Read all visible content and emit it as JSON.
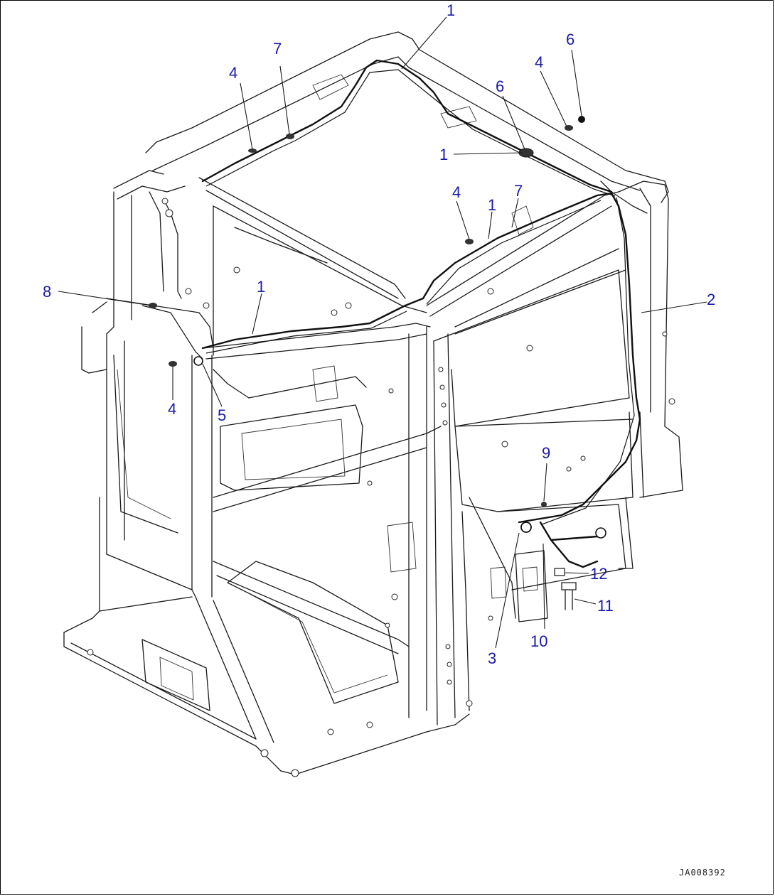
{
  "drawing": {
    "code": "JA008392",
    "callouts": [
      {
        "id": "c1a",
        "label": "1"
      },
      {
        "id": "c1b",
        "label": "1"
      },
      {
        "id": "c1c",
        "label": "1"
      },
      {
        "id": "c1d",
        "label": "1"
      },
      {
        "id": "c2",
        "label": "2"
      },
      {
        "id": "c3",
        "label": "3"
      },
      {
        "id": "c4a",
        "label": "4"
      },
      {
        "id": "c4b",
        "label": "4"
      },
      {
        "id": "c4c",
        "label": "4"
      },
      {
        "id": "c4d",
        "label": "4"
      },
      {
        "id": "c5",
        "label": "5"
      },
      {
        "id": "c6a",
        "label": "6"
      },
      {
        "id": "c6b",
        "label": "6"
      },
      {
        "id": "c7a",
        "label": "7"
      },
      {
        "id": "c7b",
        "label": "7"
      },
      {
        "id": "c8",
        "label": "8"
      },
      {
        "id": "c9",
        "label": "9"
      },
      {
        "id": "c10",
        "label": "10"
      },
      {
        "id": "c11",
        "label": "11"
      },
      {
        "id": "c12",
        "label": "12"
      }
    ]
  }
}
